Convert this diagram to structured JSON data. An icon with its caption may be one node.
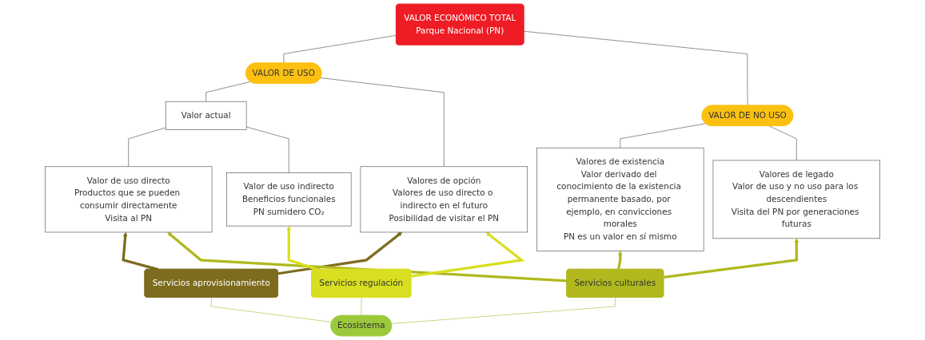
{
  "diagram": {
    "nodes": [
      {
        "text": [
          "VALOR ECONÓMICO TOTAL",
          "Parque Nacional (PN)"
        ]
      },
      {
        "text": [
          "VALOR DE USO"
        ]
      },
      {
        "text": [
          "VALOR DE NO USO"
        ]
      },
      {
        "text": [
          "Valor actual"
        ]
      },
      {
        "text": [
          "Valor de uso directo",
          "Productos que se pueden consumir directamente",
          "Visita al PN"
        ]
      },
      {
        "text": [
          "Valor de uso indirecto",
          "Beneficios funcionales",
          "PN sumidero CO₂"
        ]
      },
      {
        "text": [
          "Valores de opción",
          "Valores de uso directo o indirecto en el futuro",
          "Posibilidad de visitar el PN"
        ]
      },
      {
        "text": [
          "Valores de existencia",
          "Valor derivado del conocimiento de la existencia permanente basado, por ejemplo, en convicciones morales",
          "PN es un valor en sí mismo"
        ]
      },
      {
        "text": [
          "Valores de legado",
          "Valor de uso y no uso para los descendientes",
          "Visita del PN por generaciones futuras"
        ]
      },
      {
        "text": [
          "Servicios aprovisionamiento"
        ]
      },
      {
        "text": [
          "Servicios regulación"
        ]
      },
      {
        "text": [
          "Servicios culturales"
        ]
      },
      {
        "text": [
          "Ecosistema"
        ]
      }
    ],
    "edges": [
      {
        "from": 1,
        "to": 0,
        "arrow": "none"
      },
      {
        "from": 2,
        "to": 0,
        "arrow": "none"
      },
      {
        "from": 3,
        "to": 1,
        "arrow": "none"
      },
      {
        "from": 6,
        "to": 1,
        "arrow": "none"
      },
      {
        "from": 4,
        "to": 3,
        "arrow": "none"
      },
      {
        "from": 5,
        "to": 3,
        "arrow": "none"
      },
      {
        "from": 7,
        "to": 2,
        "arrow": "none"
      },
      {
        "from": 8,
        "to": 2,
        "arrow": "none"
      },
      {
        "from": 9,
        "to": 4,
        "arrow": "to",
        "style": "thick",
        "color": "#7d6b1e"
      },
      {
        "from": 9,
        "to": 6,
        "arrow": "to",
        "style": "thick",
        "color": "#7d6b1e"
      },
      {
        "from": 11,
        "to": 4,
        "arrow": "to",
        "style": "thick",
        "color": "#b0b81e"
      },
      {
        "from": 10,
        "to": 5,
        "arrow": "to",
        "style": "thick",
        "color": "#d8df20"
      },
      {
        "from": 10,
        "to": 6,
        "arrow": "to",
        "style": "thick",
        "color": "#d8df20"
      },
      {
        "from": 11,
        "to": 7,
        "arrow": "to",
        "style": "thick",
        "color": "#b0b81e"
      },
      {
        "from": 11,
        "to": 8,
        "arrow": "to",
        "style": "thick",
        "color": "#b0b81e"
      },
      {
        "from": 12,
        "to": 9,
        "arrow": "none",
        "color": "#9bc93b"
      },
      {
        "from": 12,
        "to": 10,
        "arrow": "none",
        "color": "#9bc93b"
      },
      {
        "from": 12,
        "to": 11,
        "arrow": "none",
        "color": "#9bc93b"
      }
    ]
  }
}
